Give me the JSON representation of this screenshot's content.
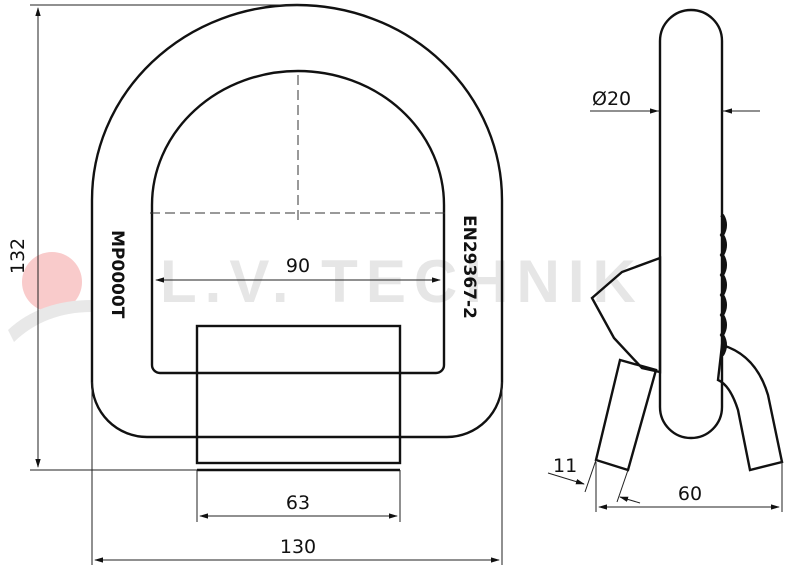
{
  "watermark": {
    "text": "L.V. TECHNIK",
    "accent_color": "#f4a0a0"
  },
  "dimensions": {
    "height": "132",
    "inner_width": "90",
    "base_width": "63",
    "overall_width": "130",
    "diameter": "Ø20",
    "leg_width": "11",
    "side_width": "60"
  },
  "markings": {
    "left": "MP0000T",
    "right": "EN29367-2"
  }
}
